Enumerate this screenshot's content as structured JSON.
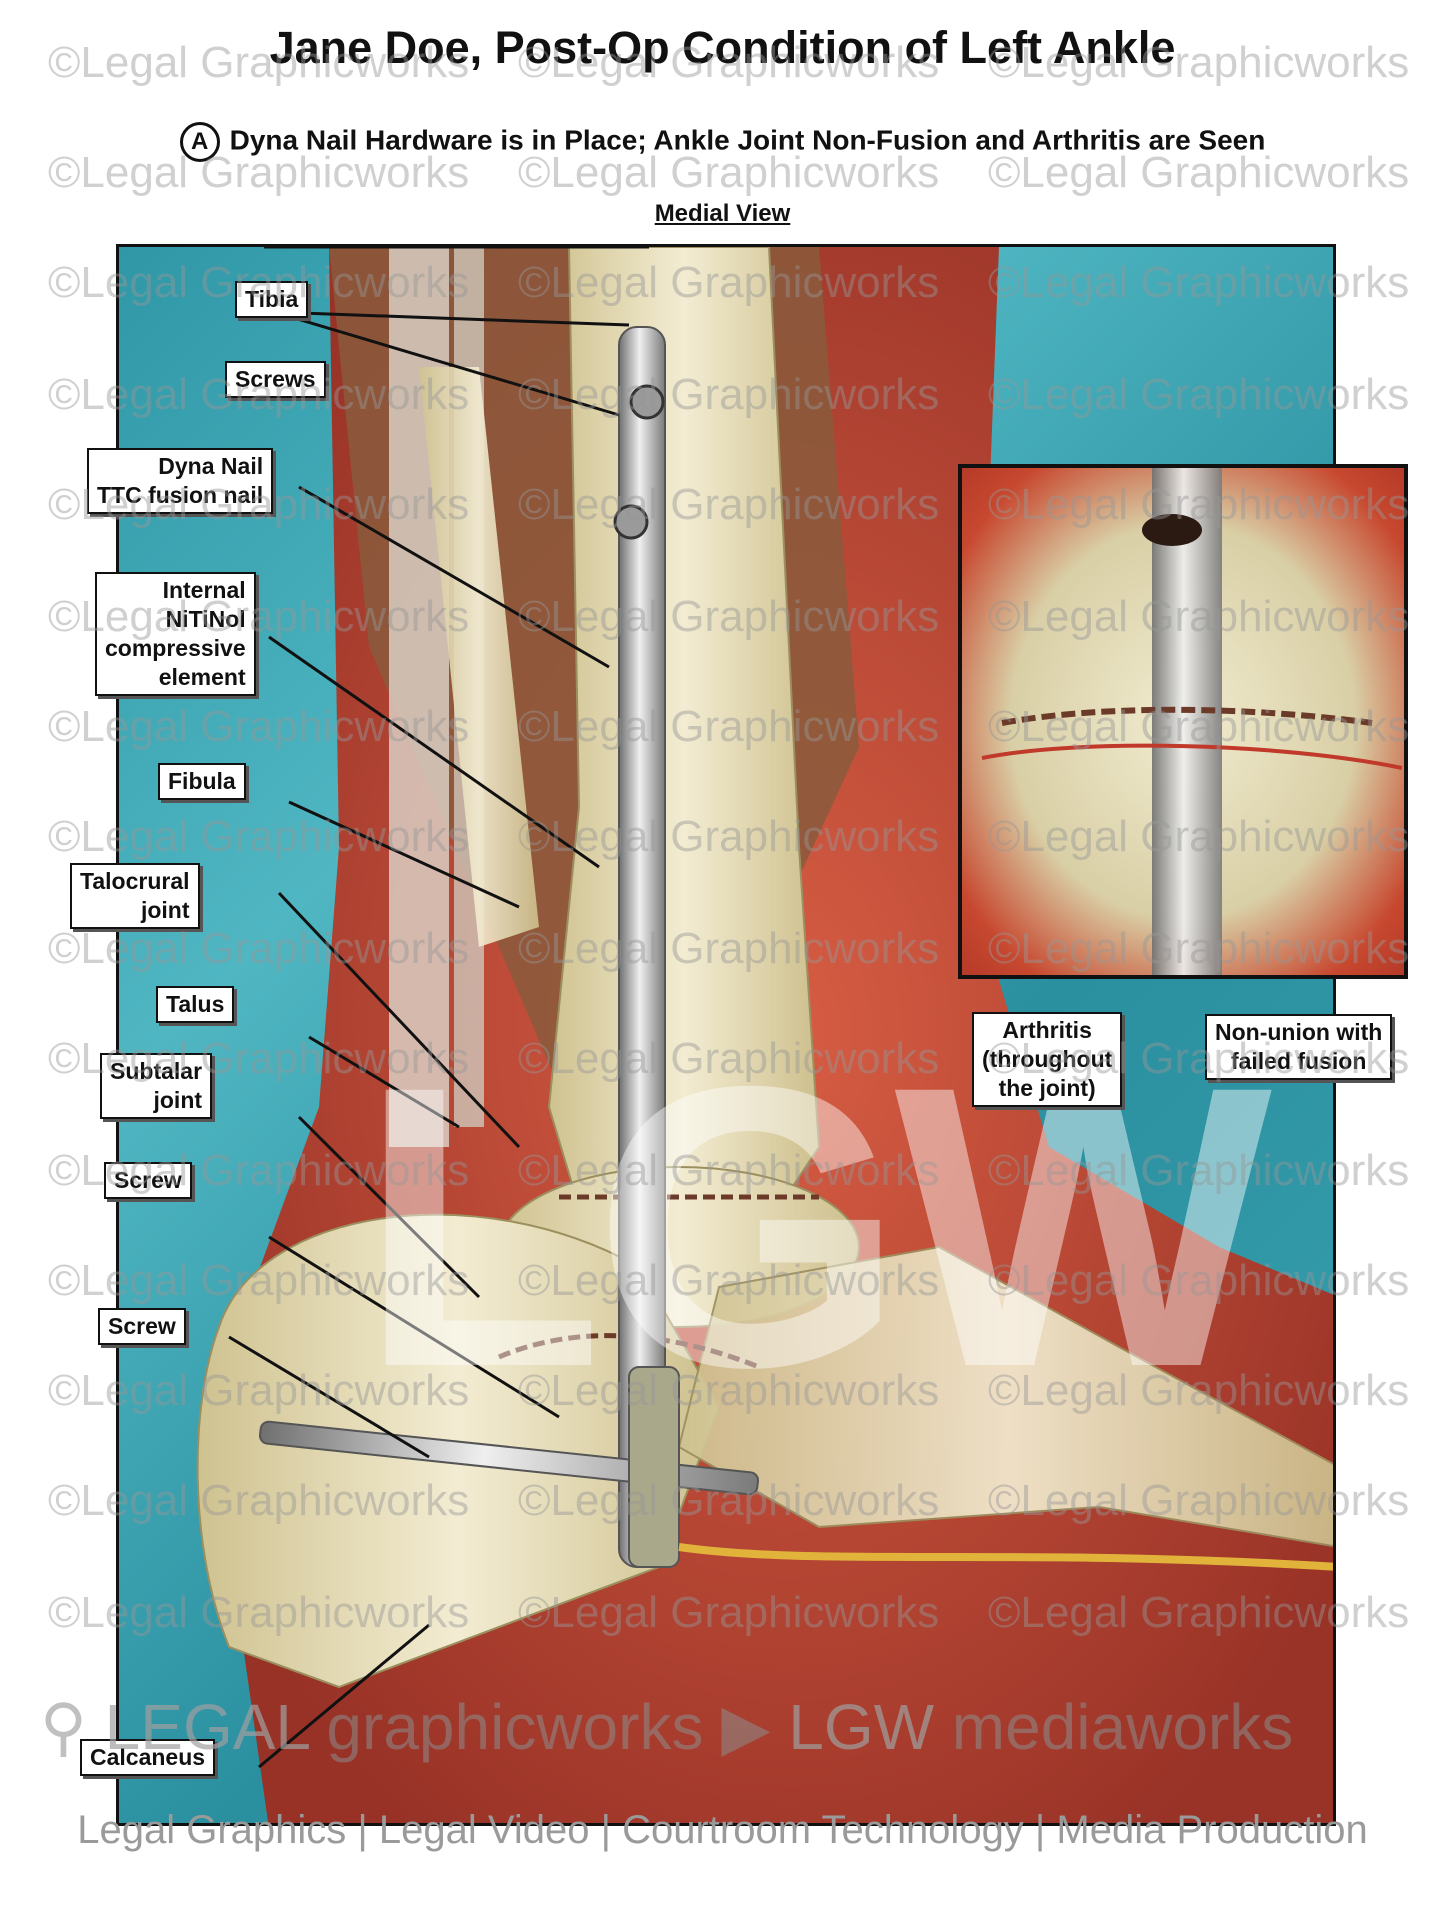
{
  "title": "Jane Doe, Post-Op Condition of Left Ankle",
  "subtitle": {
    "badge": "A",
    "text": "Dyna Nail Hardware is in Place; Ankle Joint Non-Fusion and Arthritis are Seen"
  },
  "view_label": "Medial View",
  "labels": {
    "tibia": "Tibia",
    "screws": "Screws",
    "dyna_nail": [
      "Dyna Nail",
      "TTC fusion nail"
    ],
    "nitinol": [
      "Internal",
      "NiTiNol",
      "compressive",
      "element"
    ],
    "fibula": "Fibula",
    "talocrural": [
      "Talocrural",
      "joint"
    ],
    "talus": "Talus",
    "subtalar": [
      "Subtalar",
      "joint"
    ],
    "screw_1": "Screw",
    "screw_2": "Screw",
    "calcaneus": "Calcaneus",
    "arthritis": [
      "Arthritis",
      "(throughout",
      "the joint)"
    ],
    "non_union": [
      "Non-union with",
      "failed fusion"
    ]
  },
  "watermark_text": "©Legal Graphicworks",
  "big_logo": "LGW",
  "footer": {
    "brand_1": "LEGAL",
    "brand_2": "graphicworks",
    "brand_3": "LGW",
    "brand_4": "mediaworks",
    "tagline": "Legal Graphics | Legal Video | Courtroom Technology | Media Production"
  },
  "colors": {
    "background_teal": "#2f97a6",
    "bone": "#e9dfb8",
    "tissue_red": "#c0392b",
    "muscle": "#8a5a3c",
    "hardware": "#b8b8b8"
  }
}
